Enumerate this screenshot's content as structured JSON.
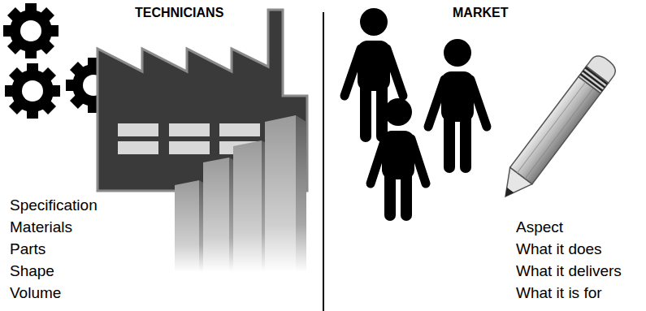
{
  "diagram": {
    "labels": [
      "TECHNICIANS",
      "Specification",
      "Materials",
      "Parts",
      "Shape",
      "Volume",
      "MARKET",
      "Aspect",
      "What it does",
      "What it delivers",
      "What it is for"
    ]
  }
}
